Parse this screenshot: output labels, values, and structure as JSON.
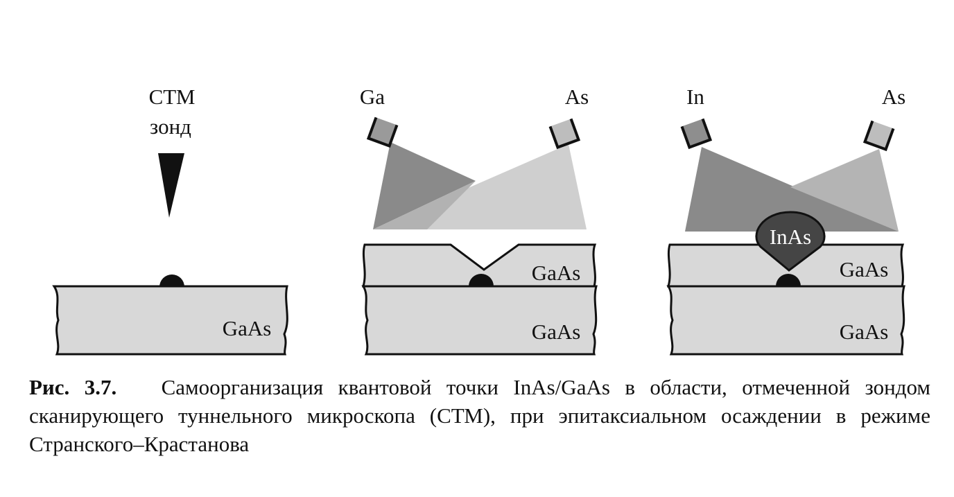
{
  "panel1": {
    "probe_label": "СТМ",
    "probe_label_2": "зонд",
    "substrate_label": "GaAs"
  },
  "panel2": {
    "source_left_label": "Ga",
    "source_right_label": "As",
    "layer_top_label": "GaAs",
    "layer_bottom_label": "GaAs"
  },
  "panel3": {
    "source_left_label": "In",
    "source_right_label": "As",
    "dot_label": "InAs",
    "layer_top_label": "GaAs",
    "layer_bottom_label": "GaAs"
  },
  "caption": {
    "label": "Рис. 3.7.",
    "text": "Самоорганизация квантовой точки InAs/GaAs в области, отмеченной зондом сканирующего туннельного микроскопа (СТМ), при эпитаксиальном осаждении в режиме Странского–Крастанова"
  },
  "colors": {
    "substrate_fill": "#d8d8d8",
    "outline": "#111111",
    "beam_dark": "#8a8a8a",
    "beam_light": "#cfcfcf",
    "quantum_dot": "#454545"
  }
}
